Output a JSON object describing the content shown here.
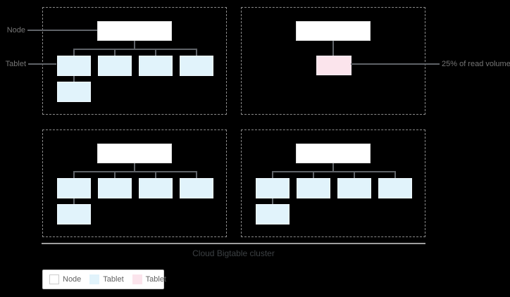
{
  "diagram": {
    "caption": "Cloud Bigtable cluster",
    "callouts": {
      "node": "Node",
      "tablet": "Tablet",
      "read_volume": "25% of read volume"
    },
    "quadrants": [
      {
        "position": "top-left",
        "nodes": 1,
        "tablets": 5,
        "hot_tablets": 0
      },
      {
        "position": "top-right",
        "nodes": 1,
        "tablets": 0,
        "hot_tablets": 1
      },
      {
        "position": "bottom-left",
        "nodes": 1,
        "tablets": 5,
        "hot_tablets": 0
      },
      {
        "position": "bottom-right",
        "nodes": 1,
        "tablets": 5,
        "hot_tablets": 0
      }
    ]
  },
  "legend": {
    "items": [
      {
        "label": "Node",
        "swatch": "node"
      },
      {
        "label": "Tablet",
        "swatch": "tablet"
      },
      {
        "label": "Tablet",
        "swatch": "tablet-hot"
      }
    ]
  },
  "colors": {
    "background": "#000000",
    "node_fill": "#ffffff",
    "node_border": "#e0e0e0",
    "tablet_fill": "#e1f3fb",
    "tablet_border": "#eef7fc",
    "tablet_hot_fill": "#fbe4ec",
    "tablet_hot_border": "#f6e9ee",
    "connector": "#5f6368",
    "quadrant_border": "#8a8a8a",
    "callout_text": "#757575",
    "cluster_line": "#9e9e9e",
    "caption_text": "#3c4043",
    "legend_bg": "#ffffff",
    "legend_border": "#c8c8c8",
    "legend_text": "#616161",
    "legend_node_swatch_border": "#cccccc"
  }
}
